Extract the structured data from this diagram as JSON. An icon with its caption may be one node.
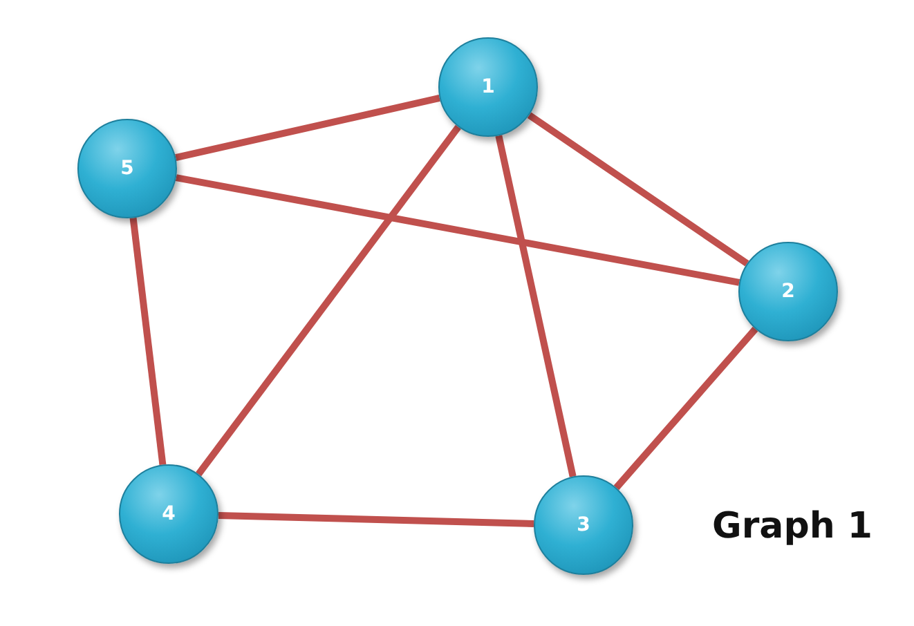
{
  "diagram": {
    "title": "Graph 1",
    "nodes": [
      {
        "text": [
          "1"
        ]
      },
      {
        "text": [
          "2"
        ]
      },
      {
        "text": [
          "3"
        ]
      },
      {
        "text": [
          "4"
        ]
      },
      {
        "text": [
          "5"
        ]
      }
    ],
    "edges": [
      {
        "from": 4,
        "to": 0,
        "arrow": "none"
      },
      {
        "from": 0,
        "to": 1,
        "arrow": "none"
      },
      {
        "from": 0,
        "to": 3,
        "arrow": "none"
      },
      {
        "from": 0,
        "to": 2,
        "arrow": "none"
      },
      {
        "from": 4,
        "to": 1,
        "arrow": "none"
      },
      {
        "from": 4,
        "to": 3,
        "arrow": "none"
      },
      {
        "from": 1,
        "to": 2,
        "arrow": "none"
      },
      {
        "from": 3,
        "to": 2,
        "arrow": "none"
      }
    ]
  }
}
